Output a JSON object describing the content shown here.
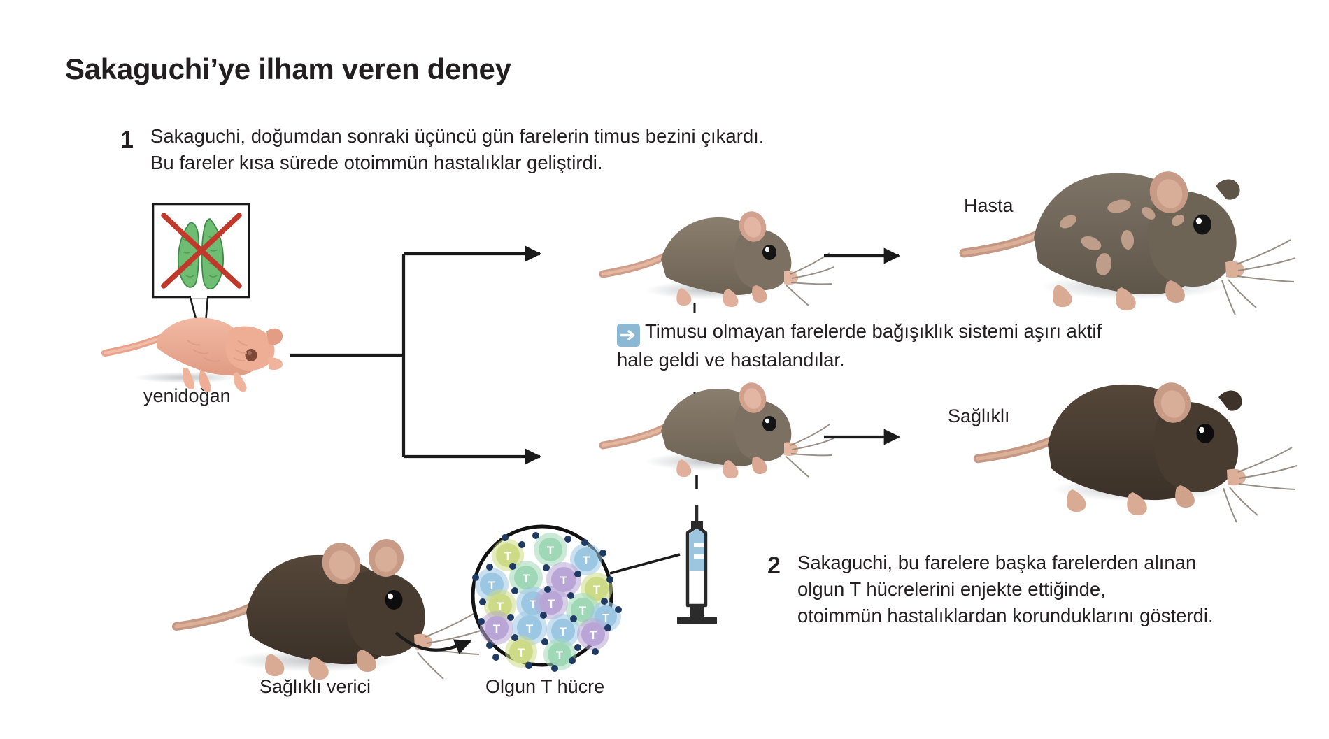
{
  "page": {
    "title": "Sakaguchi’ye ilham veren deney",
    "language": "tr",
    "background": "#ffffff"
  },
  "steps": [
    {
      "number": "1",
      "text": "Sakaguchi, doğumdan sonraki üçüncü gün farelerin timus bezini çıkardı.\nBu fareler kısa sürede otoimmün hastalıklar geliştirdi."
    },
    {
      "number": "2",
      "text": "Sakaguchi, bu farelere başka farelerden alınan\nolgun T hücrelerini enjekte ettiğinde,\notoimmün hastalıklardan korunduklarını gösterdi."
    }
  ],
  "callout": {
    "icon": "right-arrow-icon",
    "text": "Timusu olmayan farelerde bağışıklık sistemi aşırı aktif hale geldi ve hastalandılar.",
    "badge_color": "#8cb8d4"
  },
  "labels": {
    "newborn": "yenidoğan",
    "sick": "Hasta",
    "healthy": "Sağlıklı",
    "donor": "Sağlıklı verici",
    "tcell": "Olgun T hücre"
  },
  "thymus_box": {
    "organ": "thymus-gland",
    "organ_color": "#6fbd72",
    "cross_out_color": "#c0392b",
    "border_color": "#1a1a1a"
  },
  "tcell_circle": {
    "label_letter": "T",
    "cell_colors": [
      "#9cc7e3",
      "#9ed8b6",
      "#b9a6d6",
      "#cddb86"
    ],
    "receptor_color": "#1f3b63",
    "outline_color": "#111111",
    "cell_count": 19
  },
  "syringe": {
    "barrel_color": "#ffffff",
    "liquid_color": "#9cc6e0",
    "outline_color": "#2b2b2b"
  },
  "mice": {
    "newborn": {
      "name": "newborn-hairless-mouse",
      "body_color": "#edaa92"
    },
    "top_adult": {
      "name": "adult-mouse-thymectomized",
      "body_color": "#7d7162"
    },
    "bottom_adult": {
      "name": "adult-mouse-treated",
      "body_color": "#7d7162"
    },
    "sick": {
      "name": "sick-mouse",
      "body_color": "#6f6658",
      "patch_color": "#c6a38f"
    },
    "healthy": {
      "name": "healthy-mouse",
      "body_color": "#4a3f34"
    },
    "donor": {
      "name": "donor-mouse",
      "body_color": "#4a3f34"
    }
  },
  "arrows": {
    "color": "#1a1a1a",
    "items": [
      "branch-arrow-to-top-mouse",
      "branch-arrow-to-bottom-mouse",
      "arrow-top-mouse-to-sick",
      "arrow-bottom-mouse-to-healthy",
      "curved-arrow-donor-to-tcells",
      "dashed-connector-top-to-bottom",
      "leader-tcells-to-syringe",
      "leader-syringe-to-bottom-mouse"
    ]
  }
}
